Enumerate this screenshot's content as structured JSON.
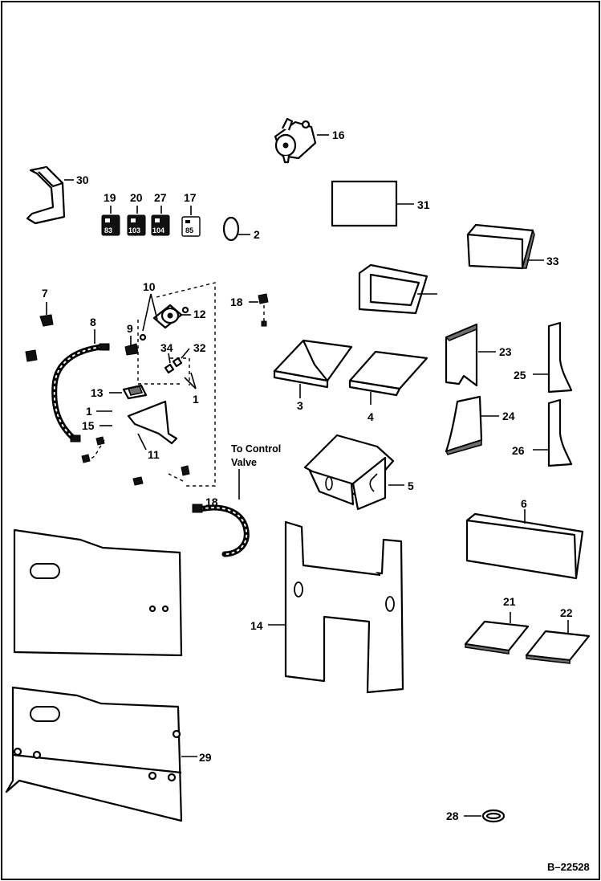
{
  "diagram": {
    "callouts": {
      "c1a": "1",
      "c1b": "1",
      "c2": "2",
      "c3": "3",
      "c4": "4",
      "c5": "5",
      "c6": "6",
      "c7": "7",
      "c8": "8",
      "c9": "9",
      "c10": "10",
      "c11": "11",
      "c12": "12",
      "c13": "13",
      "c14": "14",
      "c15": "15",
      "c16": "16",
      "c17": "17",
      "c18a": "18",
      "c18b": "18",
      "c19": "19",
      "c20": "20",
      "c21": "21",
      "c22": "22",
      "c23": "23",
      "c24": "24",
      "c25": "25",
      "c26": "26",
      "c27": "27",
      "c28": "28",
      "c29": "29",
      "c30": "30",
      "c31": "31",
      "c32": "32",
      "c33": "33",
      "c34": "34"
    },
    "note_line1": "To Control",
    "note_line2": "Valve",
    "decals": {
      "d19": "83",
      "d20": "103",
      "d27": "104",
      "d17": "85"
    },
    "reference_number": "B–22528"
  }
}
